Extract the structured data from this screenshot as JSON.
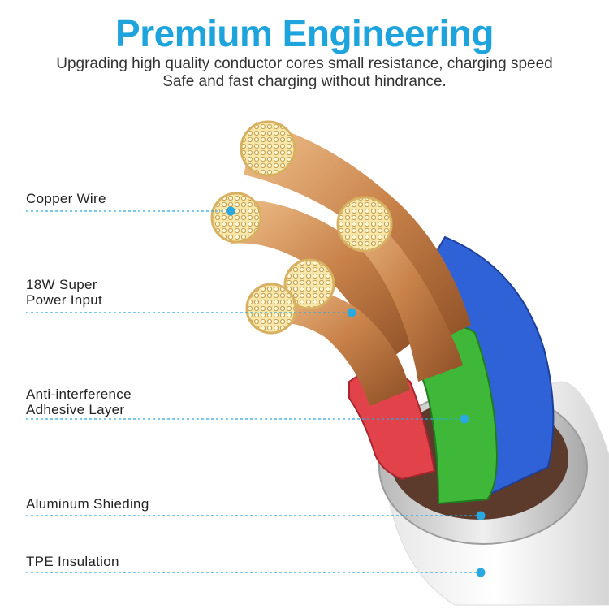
{
  "header": {
    "title": "Premium Engineering",
    "subtitle_line1": "Upgrading high quality conductor cores small resistance, charging speed",
    "subtitle_line2": "Safe and fast charging without hindrance."
  },
  "labels": {
    "copper_wire": "Copper Wire",
    "power_input_line1": "18W Super",
    "power_input_line2": "Power Input",
    "adhesive_line1": "Anti-interference",
    "adhesive_line2": "Adhesive Layer",
    "aluminum": "Aluminum Shieding",
    "tpe": "TPE Insulation"
  },
  "colors": {
    "accent": "#1ea4dd",
    "leader_dot": "#2aa8e0",
    "blue_core": "#2f62d6",
    "green_core": "#3fb83a",
    "red_core": "#e2434b",
    "copper": "#c98a52"
  }
}
